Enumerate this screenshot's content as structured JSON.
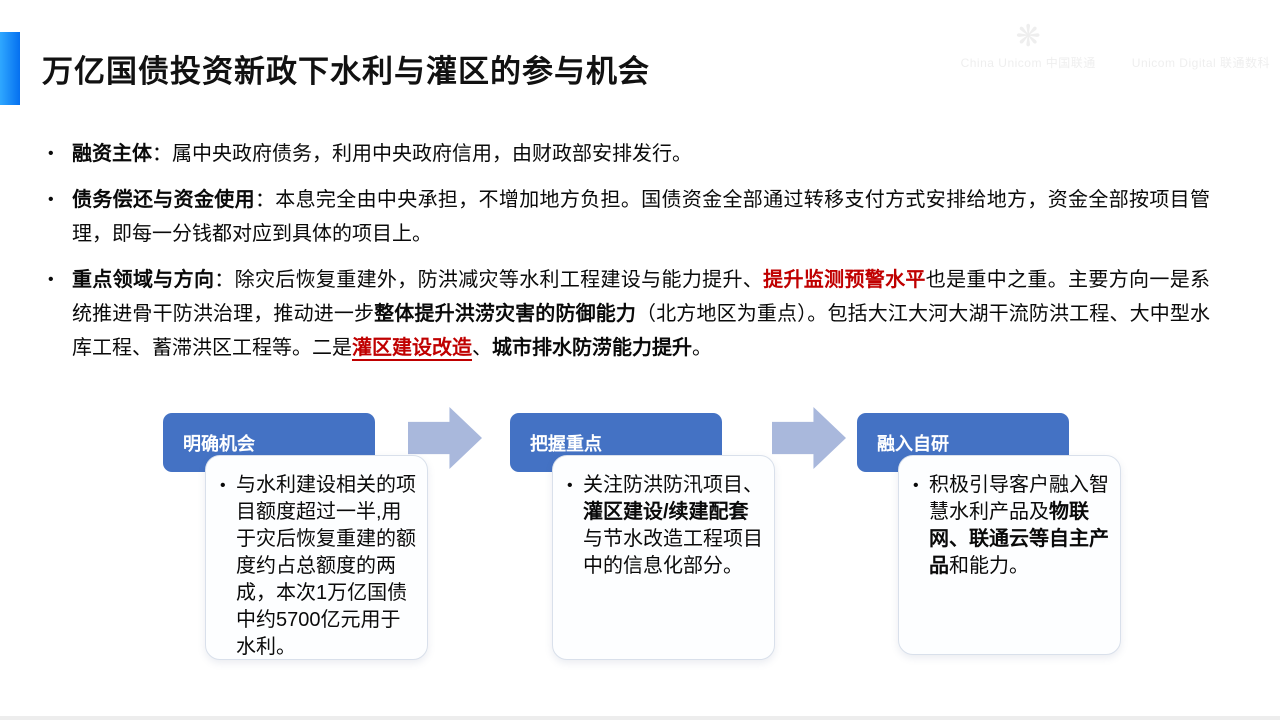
{
  "slide": {
    "title": "万亿国债投资新政下水利与灌区的参与机会"
  },
  "colors": {
    "accent_from": "#2FA8FF",
    "accent_to": "#0570F0",
    "header_blue": "#4472C4",
    "arrow_blue": "#A9B8DC",
    "red": "#C00000",
    "card_border": "#D9E0EB"
  },
  "watermark": {
    "logo_glyph": "❋",
    "items": [
      "China Unicom 中国联通",
      "Unicom Digital 联通数科"
    ]
  },
  "bullets": [
    {
      "segments": [
        {
          "t": "融资主体",
          "s": "b"
        },
        {
          "t": "：属中央政府债务，利用中央政府信用，由财政部安排发行。",
          "s": ""
        }
      ]
    },
    {
      "segments": [
        {
          "t": "债务偿还与资金使用",
          "s": "b"
        },
        {
          "t": "：本息完全由中央承担，不增加地方负担。国债资金全部通过转移支付方式安排给地方，资金全部按项目管理，即每一分钱都对应到具体的项目上。",
          "s": ""
        }
      ]
    },
    {
      "segments": [
        {
          "t": "重点领域与方向",
          "s": "b"
        },
        {
          "t": "：除灾后恢复重建外，防洪减灾等水利工程建设与能力提升、",
          "s": ""
        },
        {
          "t": "提升监测预警水平",
          "s": "rb"
        },
        {
          "t": "也是重中之重。主要方向一是系统推进骨干防洪治理，推动进一步",
          "s": ""
        },
        {
          "t": "整体提升洪涝灾害的防御能力",
          "s": "b"
        },
        {
          "t": "（北方地区为重点）。包括大江大河大湖干流防洪工程、大中型水库工程、蓄滞洪区工程等。二是",
          "s": ""
        },
        {
          "t": "灌区建设改造",
          "s": "rbu"
        },
        {
          "t": "、",
          "s": ""
        },
        {
          "t": "城市排水防涝能力提升",
          "s": "b"
        },
        {
          "t": "。",
          "s": ""
        }
      ]
    }
  ],
  "process": {
    "steps": [
      {
        "header": "明确机会",
        "segments": [
          {
            "t": "与水利建设相关的项目额度超过一半,用于灾后恢复重建的额度约占总额度的两成，本次1万亿国债中约5700亿元用于水利。",
            "s": ""
          }
        ]
      },
      {
        "header": "把握重点",
        "segments": [
          {
            "t": "关注防洪防汛项目、",
            "s": ""
          },
          {
            "t": "灌区建设/续建配套",
            "s": "b"
          },
          {
            "t": "与节水改造工程项目中的信息化部分。",
            "s": ""
          }
        ]
      },
      {
        "header": "融入自研",
        "segments": [
          {
            "t": "积极引导客户融入智慧水利产品及",
            "s": ""
          },
          {
            "t": "物联网、联通云等自主产品",
            "s": "b"
          },
          {
            "t": "和能力。",
            "s": ""
          }
        ]
      }
    ]
  }
}
